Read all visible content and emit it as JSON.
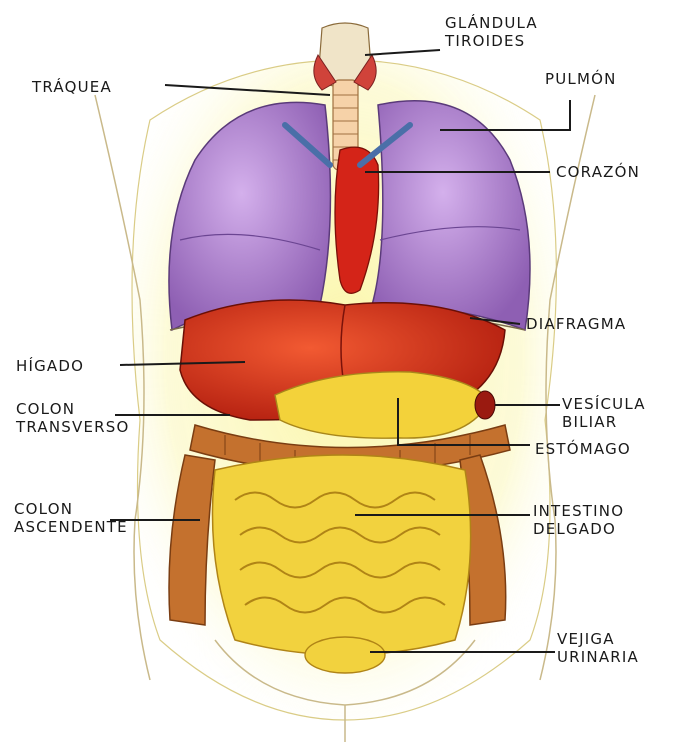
{
  "labels": {
    "glandula": "GLÁNDULA\nTIROIDES",
    "traquea": "TRÁQUEA",
    "pulmon": "PULMÓN",
    "corazon": "CORAZÓN",
    "diafragma": "DIAFRAGMA",
    "higado": "HÍGADO",
    "colon_transverso": "COLON\nTRANSVERSO",
    "vesicula": "VESÍCULA\nBILIAR",
    "estomago": "ESTÓMAGO",
    "colon_ascendente": "COLON\nASCENDENTE",
    "intestino": "INTESTINO\nDELGADO",
    "vejiga": "VEJIGA\nURINARIA"
  },
  "colors": {
    "skin_glow": "#f7f08a",
    "lung": "#b88ad6",
    "lung_dark": "#8e5fb3",
    "liver": "#e0301e",
    "liver_dark": "#a81c10",
    "stomach": "#f3d23a",
    "intestine": "#f2d23e",
    "intestine_outline": "#b08416",
    "colon": "#c4712e",
    "colon_dark": "#7a3d12",
    "heart": "#d42418",
    "line": "#1a1a1a"
  }
}
